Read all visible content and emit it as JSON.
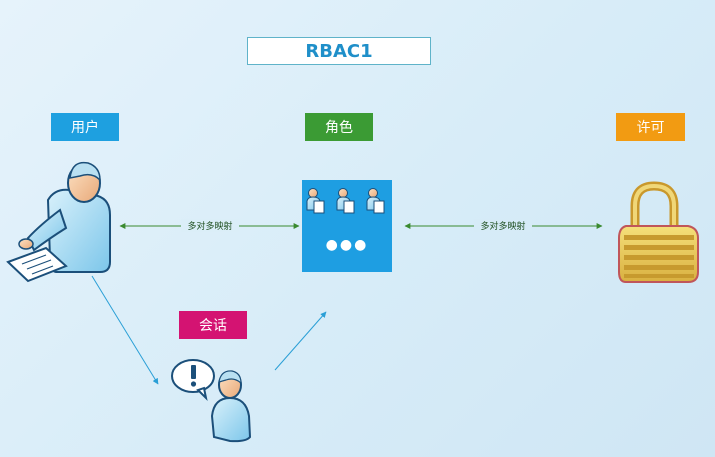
{
  "title": "RBAC1",
  "nodes": {
    "user": {
      "label": "用户",
      "color": "#1ea0e0"
    },
    "role": {
      "label": "角色",
      "color": "#3b9b34"
    },
    "permission": {
      "label": "许可",
      "color": "#f29b12"
    },
    "session": {
      "label": "会话",
      "color": "#d41372"
    }
  },
  "edges": {
    "user_role": {
      "label": "多对多映射"
    },
    "role_permission": {
      "label": "多对多映射"
    }
  },
  "role_box": {
    "ellipsis": "●●●",
    "color": "#1e9ee2"
  },
  "colors": {
    "arrow_green": "#3a8a2f",
    "arrow_blue": "#2a9fd6",
    "title_text": "#1f8fc9"
  },
  "icons": [
    "user-reading-document-icon",
    "user-group-icon",
    "user-question-icon",
    "padlock-icon"
  ]
}
